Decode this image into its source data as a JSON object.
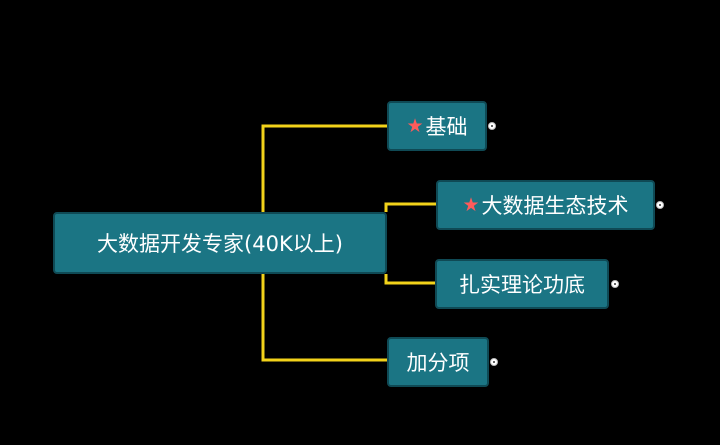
{
  "mindmap": {
    "root": {
      "label": "大数据开发专家(40K以上)"
    },
    "children": [
      {
        "label": "基础",
        "starred": true
      },
      {
        "label": "大数据生态技术",
        "starred": true
      },
      {
        "label": "扎实理论功底",
        "starred": false
      },
      {
        "label": "加分项",
        "starred": false
      }
    ]
  },
  "colors": {
    "background": "#000000",
    "node_fill": "#1b7584",
    "node_border": "#0f4a55",
    "connector": "#f2d21a",
    "star": "#ff5b5b",
    "text": "#ffffff"
  },
  "icons": {
    "star": "star-icon",
    "expander": "collapse-toggle-icon"
  }
}
